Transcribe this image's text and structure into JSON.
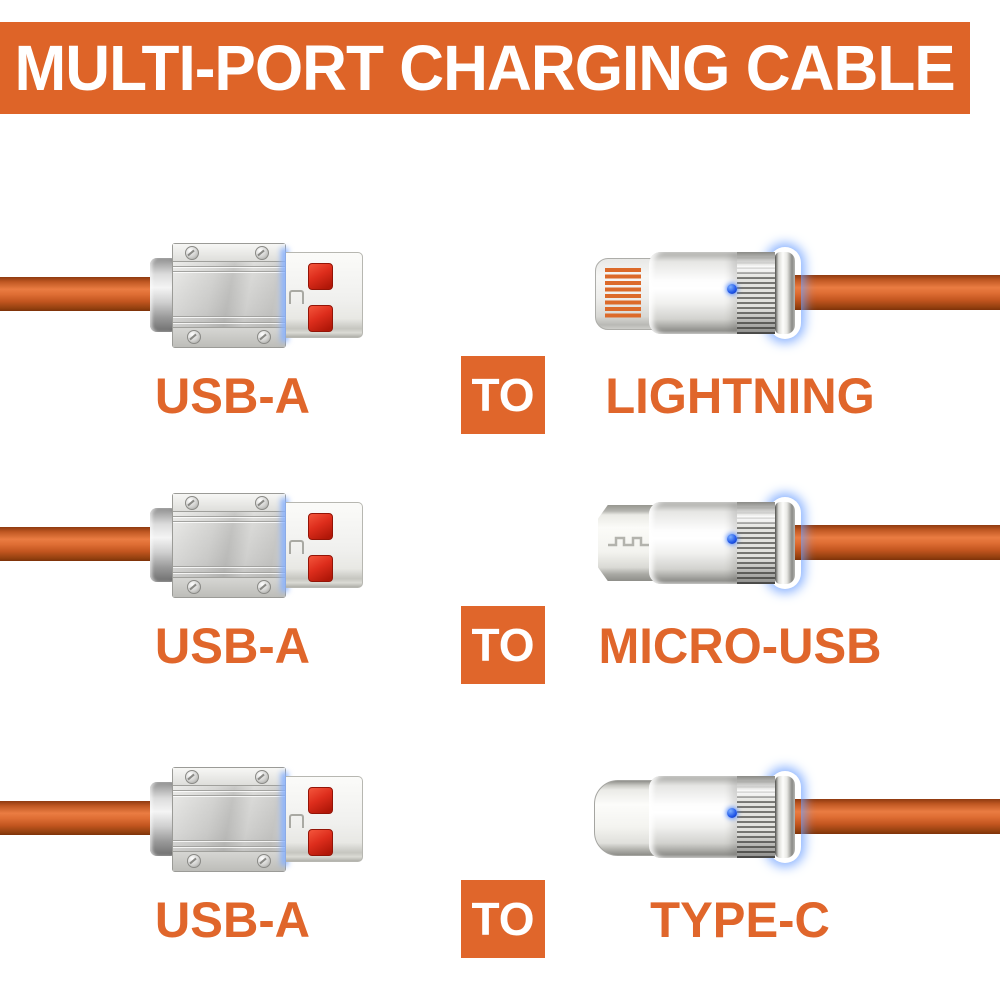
{
  "header": {
    "title": "MULTI-PORT CHARGING CABLE"
  },
  "rows": [
    {
      "left_label": "USB-A",
      "to_label": "TO",
      "right_label": "LIGHTNING"
    },
    {
      "left_label": "USB-A",
      "to_label": "TO",
      "right_label": "MICRO-USB"
    },
    {
      "left_label": "USB-A",
      "to_label": "TO",
      "right_label": "TYPE-C"
    }
  ],
  "colors": {
    "banner_bg": "#DE6428",
    "banner_text": "#FFFFFF",
    "label_text": "#E0662B",
    "badge_bg": "#E0662B",
    "badge_text": "#FFFFFF",
    "cable_orange": "#D6622C",
    "contact_red": "#DD2D1C",
    "pin_stripe_orange": "#DC6A2A",
    "led_blue": "#1E55E8",
    "glow_blue": "#7FA8FF",
    "metal_light": "#F2F2F0",
    "metal_dark": "#AFAFAB"
  }
}
